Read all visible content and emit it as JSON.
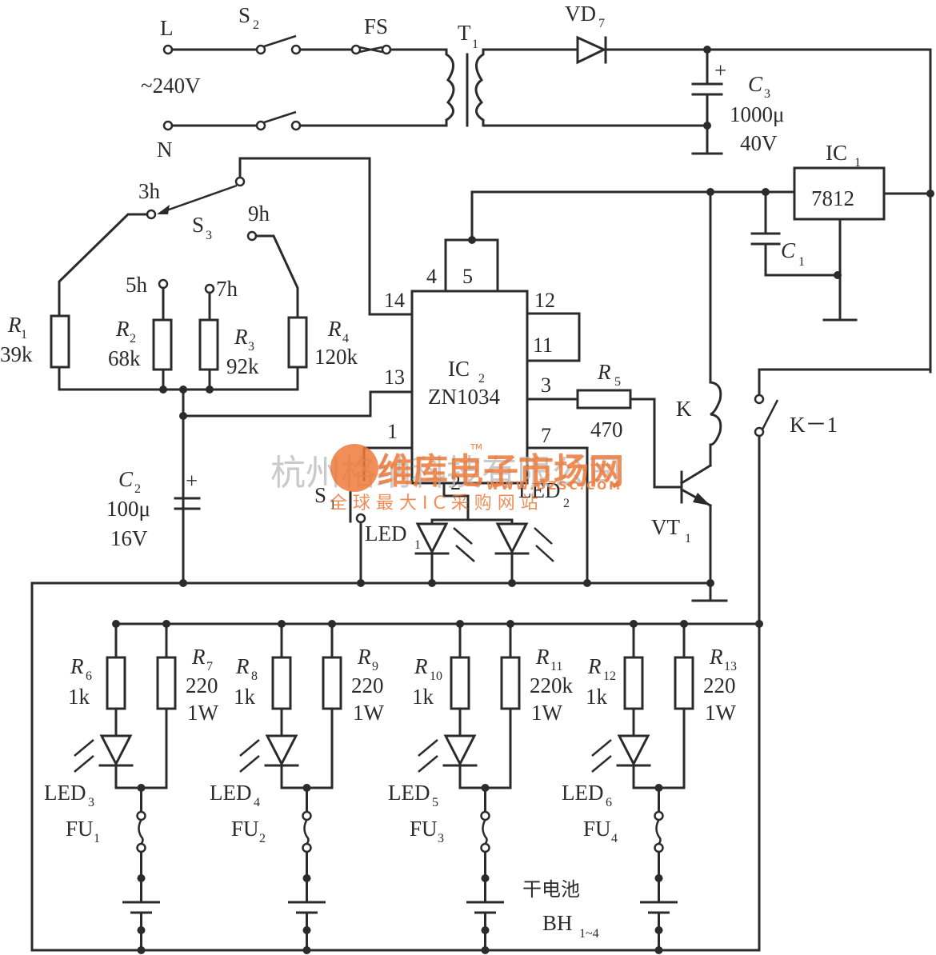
{
  "diagram": {
    "title": "Timed battery charger schematic (ZN1034)",
    "mains": {
      "live": "L",
      "neutral": "N",
      "voltage": "~240V"
    },
    "components": {
      "S2": {
        "ref": "S",
        "sub": "2"
      },
      "FS": {
        "ref": "FS"
      },
      "T1": {
        "ref": "T",
        "sub": "1"
      },
      "VD7": {
        "ref": "VD",
        "sub": "7"
      },
      "C3": {
        "ref": "C",
        "sub": "3",
        "value": "1000μ",
        "rating": "40V"
      },
      "IC1": {
        "ref": "IC",
        "sub": "1",
        "part": "7812"
      },
      "C1": {
        "ref": "C",
        "sub": "1"
      },
      "S3": {
        "ref": "S",
        "sub": "3",
        "positions": [
          "3h",
          "5h",
          "7h",
          "9h"
        ]
      },
      "R1": {
        "ref": "R",
        "sub": "1",
        "value": "39k"
      },
      "R2": {
        "ref": "R",
        "sub": "2",
        "value": "68k"
      },
      "R3": {
        "ref": "R",
        "sub": "3",
        "value": "92k"
      },
      "R4": {
        "ref": "R",
        "sub": "4",
        "value": "120k"
      },
      "IC2": {
        "ref": "IC",
        "sub": "2",
        "part": "ZN1034",
        "pins": [
          "4",
          "5",
          "14",
          "13",
          "1",
          "12",
          "11",
          "3",
          "7",
          "2"
        ]
      },
      "R5": {
        "ref": "R",
        "sub": "5",
        "value": "470"
      },
      "K": {
        "ref": "K"
      },
      "K1": {
        "ref": "K－1"
      },
      "VT1": {
        "ref": "VT",
        "sub": "1"
      },
      "C2": {
        "ref": "C",
        "sub": "2",
        "value": "100μ",
        "rating": "16V"
      },
      "S1": {
        "ref": "S",
        "sub": "1"
      },
      "LED1": {
        "ref": "LED",
        "sub": "1"
      },
      "LED2": {
        "ref": "LED",
        "sub": "2"
      }
    },
    "channels": [
      {
        "r_led": {
          "ref": "R",
          "sub": "6",
          "value": "1k"
        },
        "r_chg": {
          "ref": "R",
          "sub": "7",
          "value": "220",
          "power": "1W"
        },
        "led": {
          "ref": "LED",
          "sub": "3"
        },
        "fuse": {
          "ref": "FU",
          "sub": "1"
        }
      },
      {
        "r_led": {
          "ref": "R",
          "sub": "8",
          "value": "1k"
        },
        "r_chg": {
          "ref": "R",
          "sub": "9",
          "value": "220",
          "power": "1W"
        },
        "led": {
          "ref": "LED",
          "sub": "4"
        },
        "fuse": {
          "ref": "FU",
          "sub": "2"
        }
      },
      {
        "r_led": {
          "ref": "R",
          "sub": "10",
          "value": "1k"
        },
        "r_chg": {
          "ref": "R",
          "sub": "11",
          "value": "220k",
          "power": "1W"
        },
        "led": {
          "ref": "LED",
          "sub": "5"
        },
        "fuse": {
          "ref": "FU",
          "sub": "3"
        }
      },
      {
        "r_led": {
          "ref": "R",
          "sub": "12",
          "value": "1k"
        },
        "r_chg": {
          "ref": "R",
          "sub": "13",
          "value": "220",
          "power": "1W"
        },
        "led": {
          "ref": "LED",
          "sub": "6"
        },
        "fuse": {
          "ref": "FU",
          "sub": "4"
        }
      }
    ],
    "battery": {
      "label_cn": "干电池",
      "ref": "BH",
      "sub": "1~4"
    }
  },
  "watermark": {
    "company": "杭州格纳科技有限公司",
    "brand": "维库电子市场网",
    "tm": "TM",
    "url": "WWW.DZSC.COM",
    "slogan": "全 球 最 大 I C 采 购 网 站",
    "color": "#ee7a3a"
  }
}
